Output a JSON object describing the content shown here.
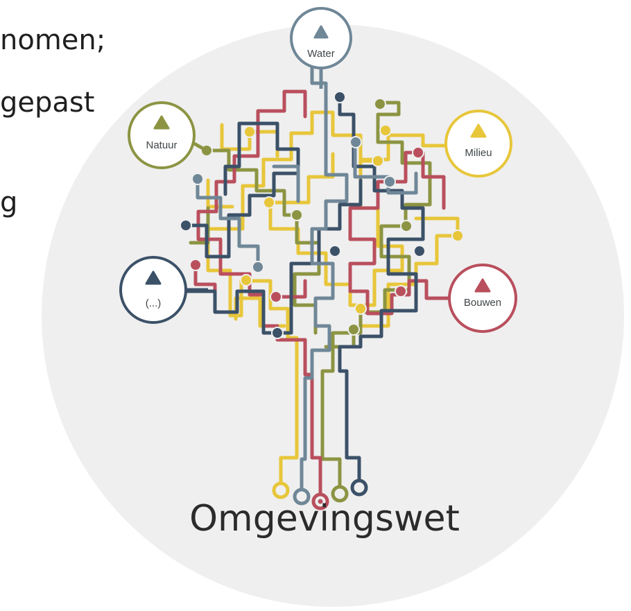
{
  "slide_text": {
    "line1": "nomen;",
    "line2": "gepast",
    "line3": "g"
  },
  "logo": {
    "wordmark": "Omgevingswet",
    "nodes": [
      {
        "key": "water",
        "label": "Water",
        "color": "#6f8797"
      },
      {
        "key": "natuur",
        "label": "Natuur",
        "color": "#8c9443"
      },
      {
        "key": "milieu",
        "label": "Milieu",
        "color": "#e7c63a"
      },
      {
        "key": "other",
        "label": "(...)",
        "color": "#3b5168"
      },
      {
        "key": "bouwen",
        "label": "Bouwen",
        "color": "#b94f5d"
      }
    ],
    "colors": {
      "background_circle": "#efefef",
      "yellow": "#e7c63a",
      "olive": "#8c9443",
      "red": "#b94f5d",
      "navy": "#3b5168",
      "slate": "#6f8797"
    }
  }
}
